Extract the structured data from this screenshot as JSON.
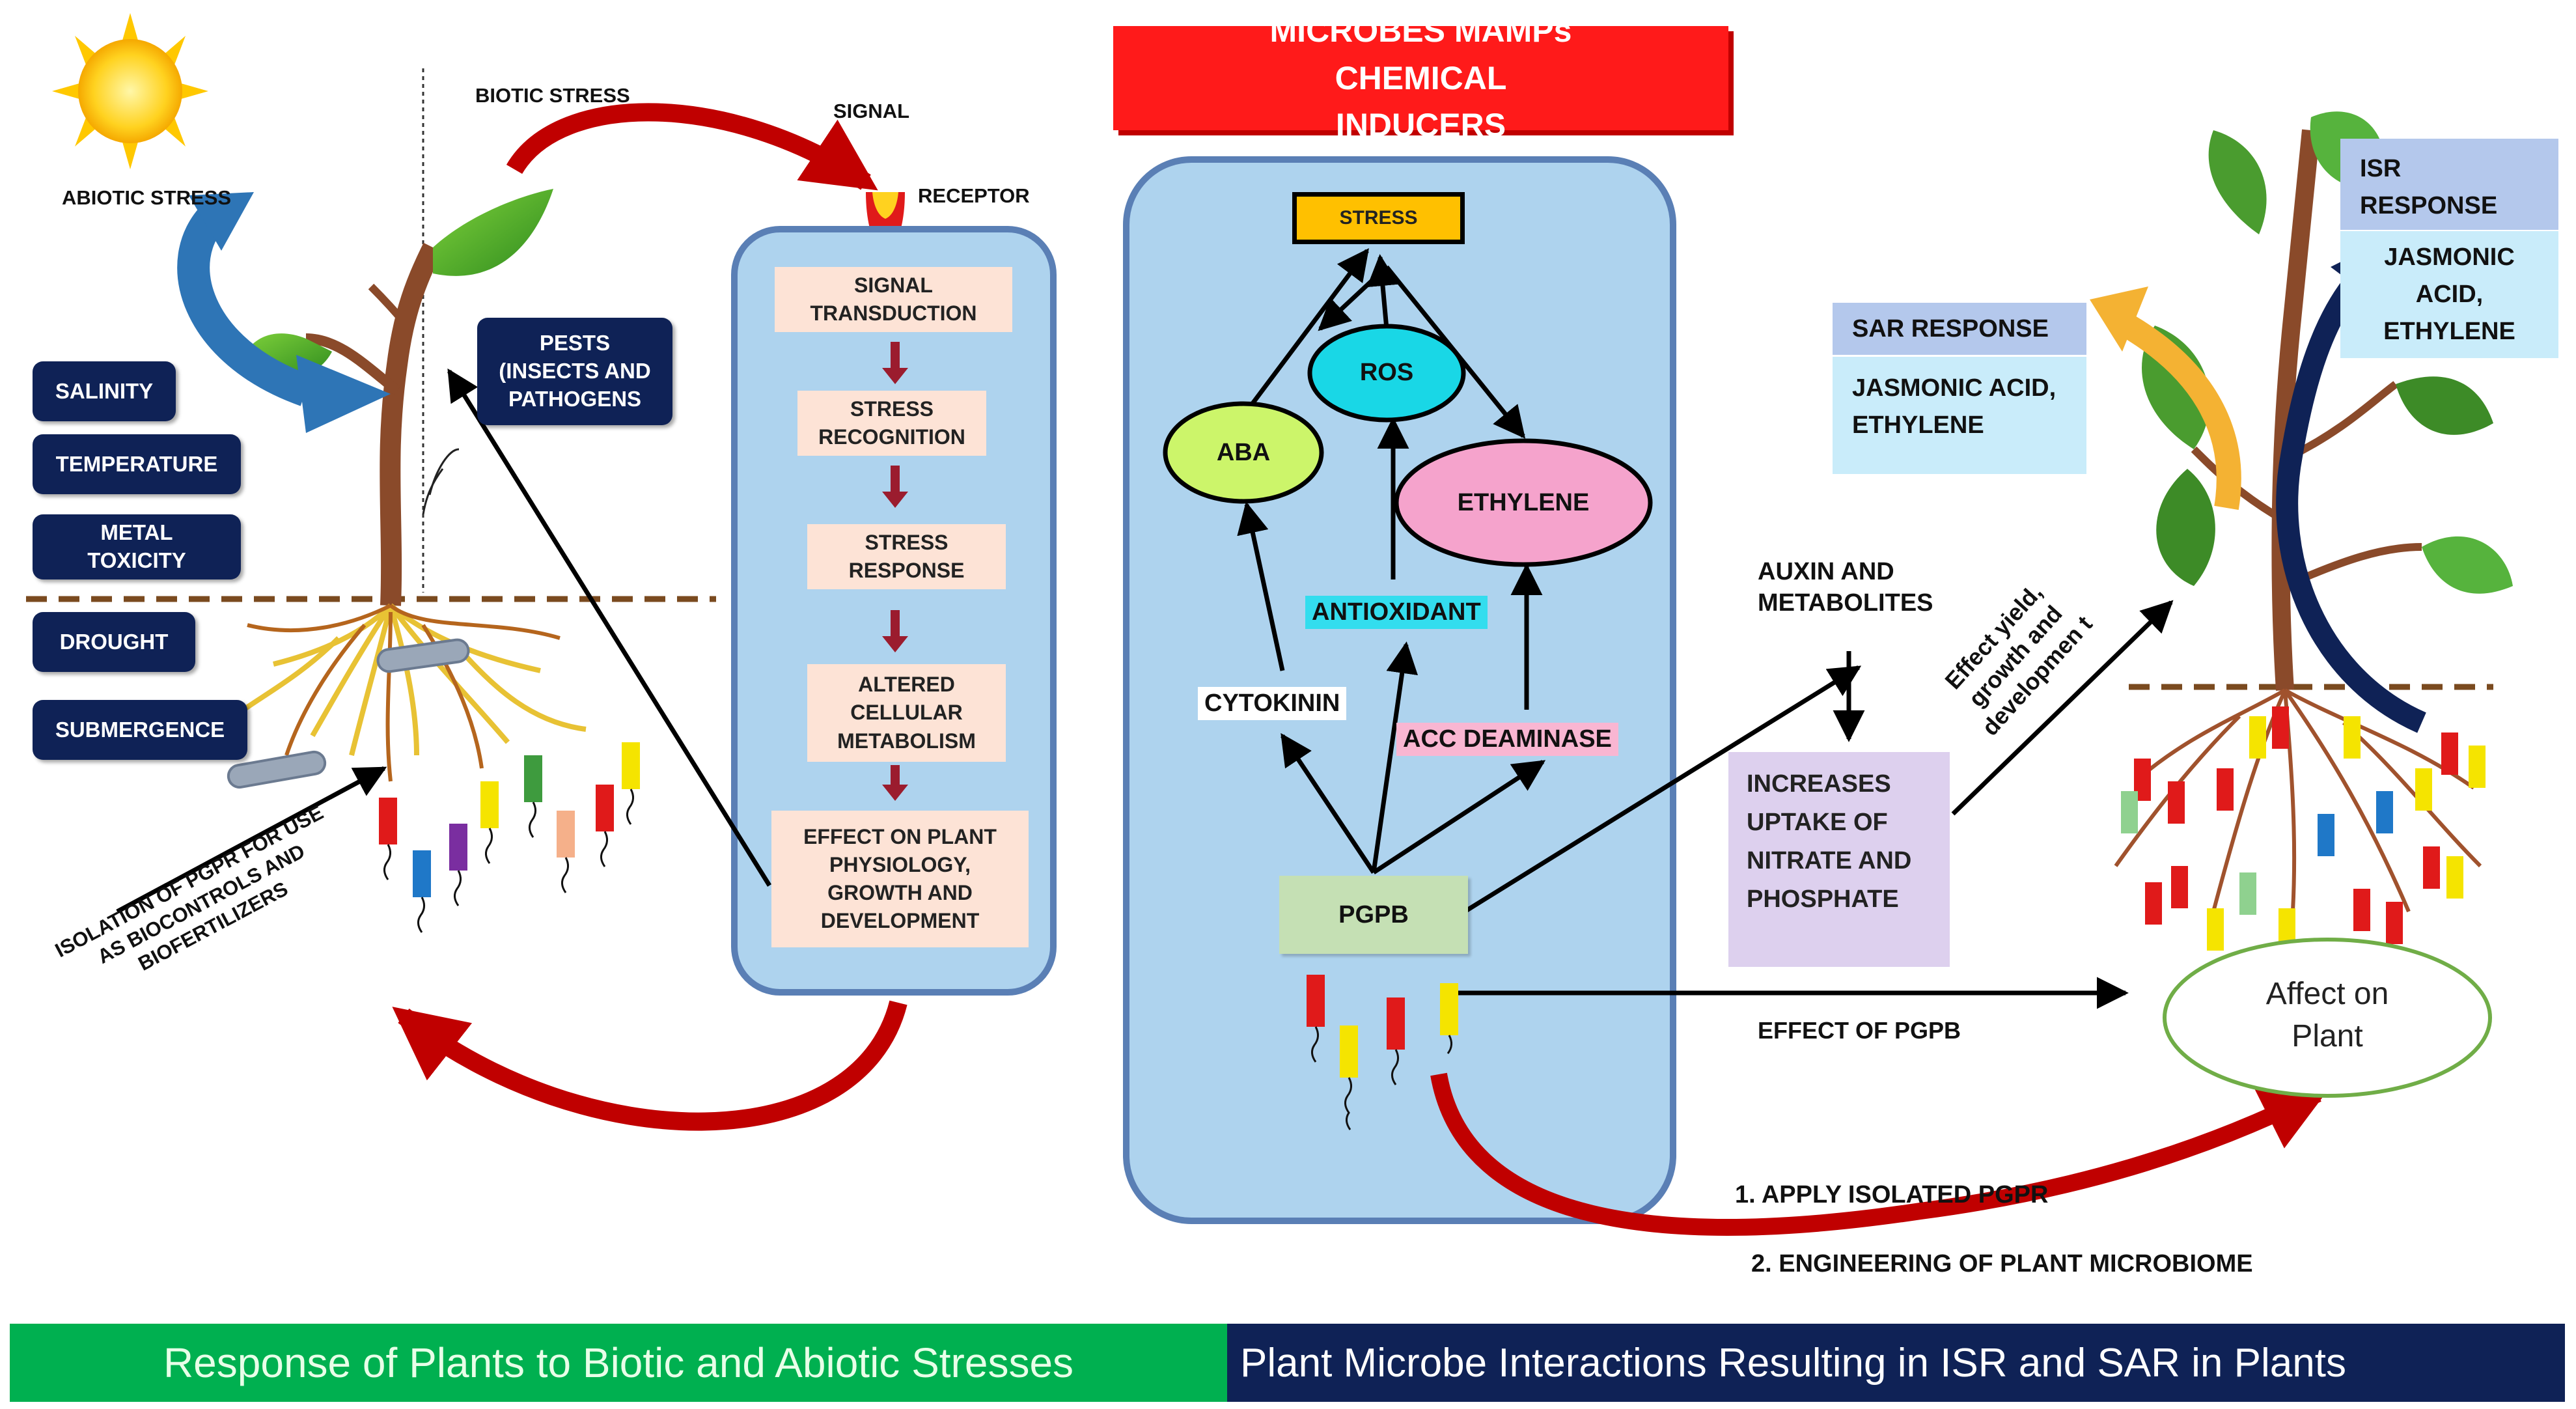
{
  "left_panel": {
    "abiotic_stress": "ABIOTIC STRESS",
    "biotic_stress": "BIOTIC STRESS",
    "signal": "SIGNAL",
    "receptor": "RECEPTOR",
    "abiotic_factors": [
      "SALINITY",
      "TEMPERATURE",
      "METAL TOXICITY",
      "DROUGHT",
      "SUBMERGENCE"
    ],
    "pests": "PESTS (INSECTS AND PATHOGENS",
    "isolation_text": "ISOLATION OF PGPR FOR USE AS BIOCONTROLS AND BIOFERTILIZERS"
  },
  "pathway_steps": [
    "SIGNAL TRANSDUCTION",
    "STRESS RECOGNITION",
    "STRESS RESPONSE",
    "ALTERED CELLULAR METABOLISM",
    "EFFECT ON PLANT PHYSIOLOGY, GROWTH AND DEVELOPMENT"
  ],
  "middle_panel": {
    "banner": "MICROBES MAMPs CHEMICAL INDUCERS",
    "stress": "STRESS",
    "ros": "ROS",
    "aba": "ABA",
    "ethylene": "ETHYLENE",
    "antioxidant": "ANTIOXIDANT",
    "cytokinin": "CYTOKININ",
    "acc_deaminase": "ACC DEAMINASE",
    "pgpb": "PGPB",
    "colors": {
      "stress_fill": "#ffc000",
      "ros_fill": "#19d7e6",
      "aba_fill": "#ccf56a",
      "ethylene_fill": "#f5a3cc",
      "panel_fill": "#aed3ee",
      "pgpb_fill": "#c5e0b4"
    }
  },
  "right_panel": {
    "auxin": "AUXIN AND METABOLITES",
    "increases": "INCREASES UPTAKE OF NITRATE AND PHOSPHATE",
    "effect_yield": "Effect yield, growth and developmen t",
    "sar_title": "SAR RESPONSE",
    "sar_body": "JASMONIC ACID, ETHYLENE",
    "isr_title": "ISR RESPONSE",
    "isr_body": "JASMONIC ACID, ETHYLENE",
    "effect_pgpb": "EFFECT OF PGPB",
    "affect_on_plant": "Affect on Plant",
    "apply_isolated": "1. APPLY ISOLATED PGPR",
    "engineering": "2. ENGINEERING OF PLANT MICROBIOME"
  },
  "footer": {
    "left": "Response of Plants to Biotic and Abiotic Stresses",
    "right": "Plant Microbe Interactions Resulting in ISR and SAR in Plants",
    "left_color": "#00b050",
    "right_color": "#0f2256"
  }
}
